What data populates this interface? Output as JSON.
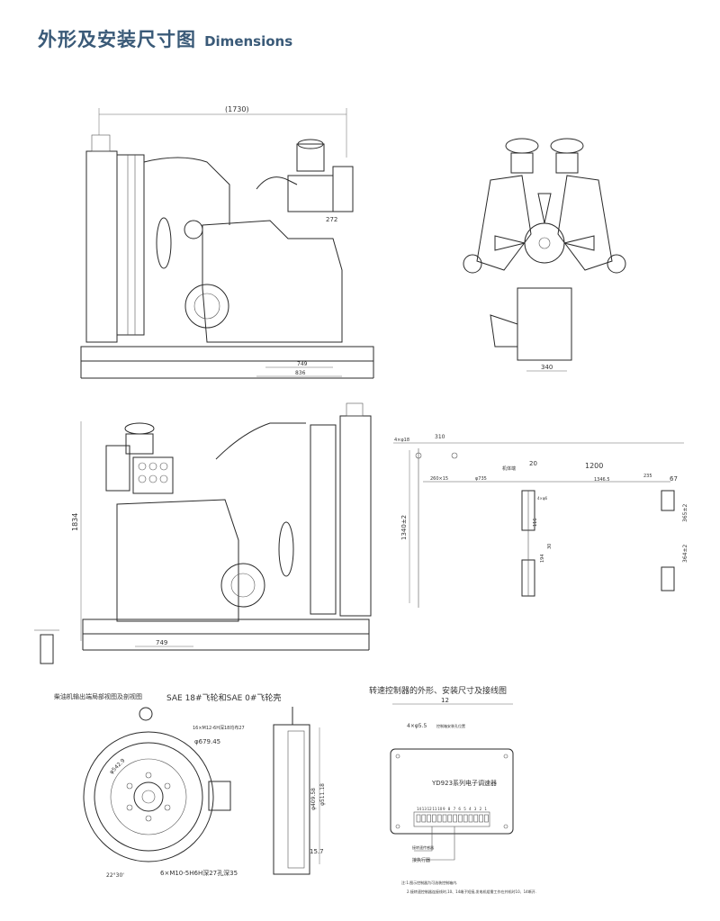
{
  "header": {
    "title_cn": "外形及安装尺寸图",
    "title_en": "Dimensions"
  },
  "colors": {
    "title": "#3a5a78",
    "line": "#2a2a2a"
  },
  "side_view": {
    "overall_length": "(1730)",
    "dim_272": "272",
    "dim_749": "749",
    "dim_836": "836"
  },
  "front_view": {
    "dim_340": "340"
  },
  "side_view_2": {
    "height": "1834",
    "dim_749": "749"
  },
  "foundation": {
    "dim_4x18": "4×φ18",
    "dim_310": "310",
    "dim_20": "20",
    "dim_1200": "1200",
    "dim_235": "235",
    "dim_67": "67",
    "dim_1340": "1340±2",
    "dim_260x15": "260×15",
    "dim_635": "φ735",
    "dim_1465": "1346.5",
    "dim_4x6": "4×φ6",
    "dim_116": "116",
    "dim_194": "194",
    "dim_30": "30",
    "dim_265": "365±2",
    "dim_36462": "364±2",
    "label_engine_mount": "机体端"
  },
  "flywheel": {
    "left_caption": "柴油机输出端局部视图及剖视图",
    "sae_caption": "SAE 18#飞轮和SAE 0#飞轮壳",
    "dim_phi679": "φ679.45",
    "dim_phi542": "φ542.9",
    "dim_6xm10": "6×M10-5H6H深27孔深35",
    "dim_22": "22°30'",
    "dim_top_note": "16×M12-6H深18均布27",
    "dim_157": "15.7",
    "dim_phi511": "φ511.18",
    "dim_phi40": "φ409.58"
  },
  "controller": {
    "title": "转速控制器的外形、安装尺寸及接线图",
    "width_dim": "12",
    "hole_dim": "4×φ5.5",
    "hole_note": "控制箱安装孔位置",
    "model_label": "YD923系列电子调速器",
    "terminals": [
      "14",
      "13",
      "12",
      "11",
      "10",
      "9",
      "8",
      "7",
      "6",
      "5",
      "4",
      "3",
      "2",
      "1"
    ],
    "label_speed_sensor": "接转速传感器",
    "label_actuator": "接执行器",
    "note1": "注:1.图示控制器为可选装控制箱内.",
    "note2": "2.接转速控制器连接线时,10、14端子短接,发电机组需工作在并机时10、14断开."
  }
}
